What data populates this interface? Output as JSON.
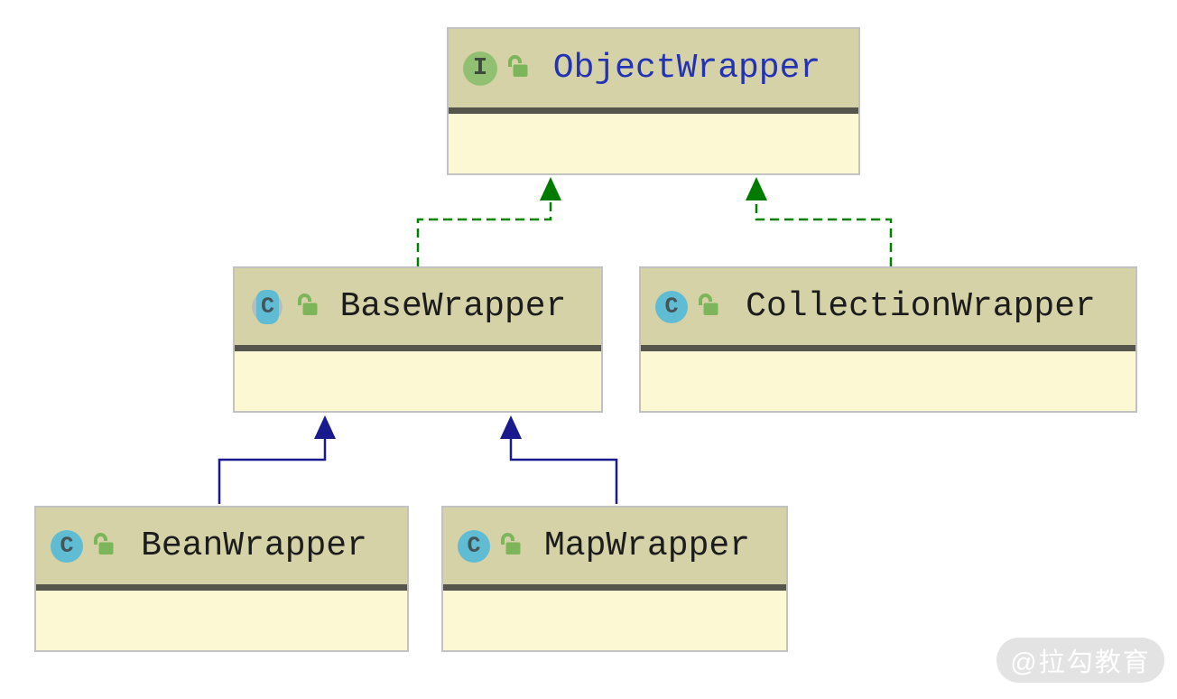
{
  "diagram": {
    "type": "uml-class-diagram",
    "nodes": [
      {
        "id": "object-wrapper",
        "label": "ObjectWrapper",
        "kind": "interface",
        "icon_letter": "I",
        "visibility": "unlocked",
        "label_color": "#2332b4"
      },
      {
        "id": "base-wrapper",
        "label": "BaseWrapper",
        "kind": "abstract-class",
        "icon_letter": "C",
        "visibility": "unlocked",
        "label_color": "#1c1c1c"
      },
      {
        "id": "collection-wrapper",
        "label": "CollectionWrapper",
        "kind": "class",
        "icon_letter": "C",
        "visibility": "unlocked",
        "label_color": "#1c1c1c"
      },
      {
        "id": "bean-wrapper",
        "label": "BeanWrapper",
        "kind": "class",
        "icon_letter": "C",
        "visibility": "unlocked",
        "label_color": "#1c1c1c"
      },
      {
        "id": "map-wrapper",
        "label": "MapWrapper",
        "kind": "class",
        "icon_letter": "C",
        "visibility": "unlocked",
        "label_color": "#1c1c1c"
      }
    ],
    "edges": [
      {
        "from": "BaseWrapper",
        "to": "ObjectWrapper",
        "type": "implements",
        "style": "dashed",
        "color": "#008200"
      },
      {
        "from": "CollectionWrapper",
        "to": "ObjectWrapper",
        "type": "implements",
        "style": "dashed",
        "color": "#008200"
      },
      {
        "from": "BeanWrapper",
        "to": "BaseWrapper",
        "type": "extends",
        "style": "solid",
        "color": "#1a1a8f"
      },
      {
        "from": "MapWrapper",
        "to": "BaseWrapper",
        "type": "extends",
        "style": "solid",
        "color": "#1a1a8f"
      }
    ],
    "colors": {
      "node_header_bg": "#d6d2a8",
      "node_body_bg": "#fbf8d3",
      "node_separator": "#56554b",
      "node_border": "#c2c2c2",
      "implements_edge": "#008200",
      "extends_edge": "#1a1a8f",
      "interface_icon": "#92c072",
      "class_icon": "#5fbcd3",
      "lock_icon": "#7db65a",
      "interface_label": "#2332b4"
    }
  },
  "watermark": {
    "text": "@拉勾教育"
  }
}
